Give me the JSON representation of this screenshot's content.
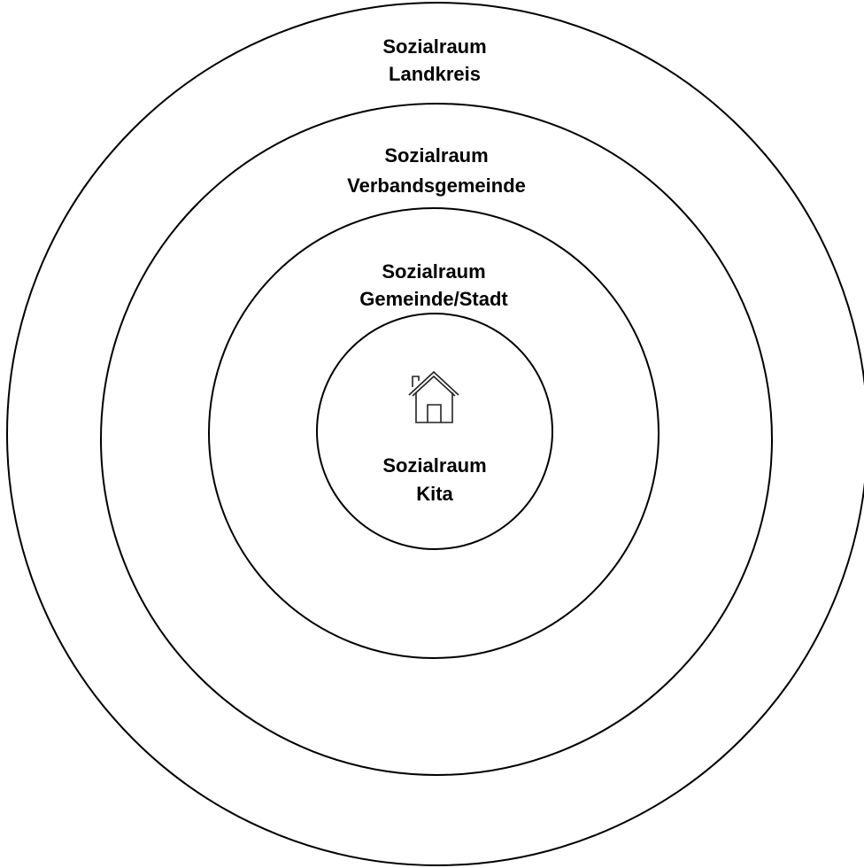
{
  "diagram": {
    "rings": [
      {
        "line1": "Sozialraum",
        "line2": "Landkreis"
      },
      {
        "line1": "Sozialraum",
        "line2": "Verbandsgemeinde"
      },
      {
        "line1": "Sozialraum",
        "line2": "Gemeinde/Stadt"
      },
      {
        "line1": "Sozialraum",
        "line2": "Kita"
      }
    ],
    "center_icon": "house-icon",
    "colors": {
      "stroke": "#000000",
      "text": "#000000",
      "background": "#ffffff"
    }
  }
}
